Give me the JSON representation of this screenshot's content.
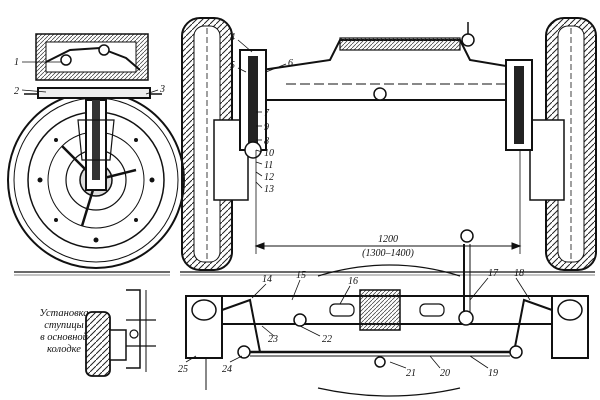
{
  "callouts": [
    "1",
    "2",
    "3",
    "4",
    "5",
    "6",
    "7",
    "8",
    "9",
    "10",
    "11",
    "12",
    "13",
    "14",
    "15",
    "16",
    "17",
    "18",
    "19",
    "20",
    "21",
    "22",
    "23",
    "24",
    "25"
  ],
  "dimension": {
    "main": "1200",
    "alt": "(1300–1400)"
  },
  "inset_caption": [
    "Установка",
    "ступицы",
    "в основной",
    "колодке"
  ]
}
